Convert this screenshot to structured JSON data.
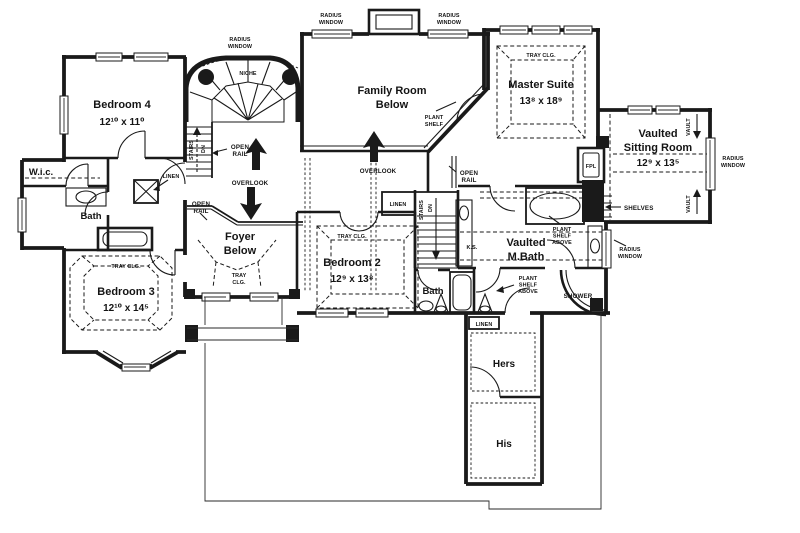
{
  "colors": {
    "ink": "#1a1a1a",
    "paper": "#ffffff"
  },
  "rooms": {
    "bedroom4": {
      "name": "Bedroom 4",
      "dims": "12¹⁰ x 11⁰"
    },
    "bedroom3": {
      "name": "Bedroom 3",
      "dims": "12¹⁰ x 14⁵"
    },
    "bedroom2": {
      "name": "Bedroom 2",
      "dims": "12⁹ x 13⁸"
    },
    "master": {
      "name": "Master Suite",
      "dims": "13⁸ x 18⁹"
    },
    "sitting": {
      "line1": "Vaulted",
      "line2": "Sitting Room",
      "dims": "12⁹ x 13⁵"
    },
    "family": {
      "line1": "Family Room",
      "line2": "Below"
    },
    "foyer": {
      "line1": "Foyer",
      "line2": "Below"
    },
    "mbath": {
      "line1": "Vaulted",
      "line2": "M.Bath"
    },
    "wic": "W.i.c.",
    "bath_left": "Bath",
    "bath_center": "Bath",
    "hers": "Hers",
    "his": "His"
  },
  "labels": {
    "radius": "RADIUS",
    "window": "WINDOW",
    "open": "OPEN",
    "rail": "RAIL",
    "overlook": "OVERLOOK",
    "tray_clg": "TRAY CLG.",
    "tray": "TRAY",
    "clg": "CLG.",
    "niche": "NICHE",
    "stairs": "STAIRS",
    "dn": "DN",
    "linen": "LINEN",
    "vault": "VAULT",
    "fpl": "FPL",
    "shelves": "SHELVES",
    "ks": "K.S.",
    "plant": "PLANT",
    "shelf": "SHELF",
    "above": "ABOVE",
    "shower": "SHOWER"
  }
}
